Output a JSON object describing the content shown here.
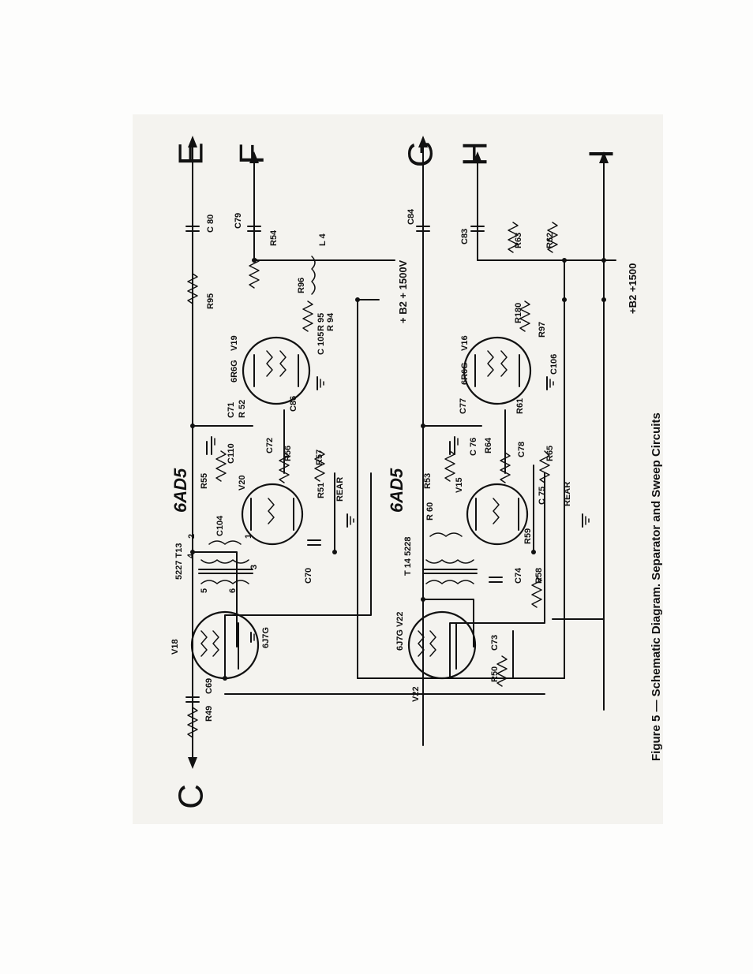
{
  "figure": {
    "caption": "Figure 5 — Schematic Diagram. Separator and Sweep Circuits"
  },
  "terminals": {
    "c": "C",
    "e": "E",
    "f": "F",
    "g": "G",
    "h": "H",
    "i": "I"
  },
  "supplies": {
    "b2_1500v": "+ B2 + 1500V",
    "b2_1500": "+B2 +1500"
  },
  "tubes": {
    "v18": "V18",
    "v18_type": "6J7G",
    "v22": "V22",
    "v22_type": "6J7G V22",
    "v20": "V20",
    "v20_type": "6AD5",
    "v15": "V15",
    "v15_type": "6AD5",
    "v19": "V19",
    "v19_type": "6R6G",
    "v16": "V16",
    "v16_type": "6R6G"
  },
  "transformers": {
    "t13": "5227 T13",
    "t14": "T 14 5228",
    "pin1": "1",
    "pin2": "2",
    "pin3": "3",
    "pin4": "4",
    "pin5": "5",
    "pin6": "6"
  },
  "resistors": {
    "r49": "R49",
    "r50": "R50",
    "r51": "R51",
    "r52": "R 52",
    "r53": "R53",
    "r54": "R54",
    "r55": "R55",
    "r56": "R56",
    "r57": "R57",
    "r58": "R58",
    "r59": "R59",
    "r60": "R 60",
    "r61": "R61",
    "r62": "R62",
    "r63": "R63",
    "r64": "R64",
    "r65": "R65",
    "r94": "R 94",
    "r95a": "R95",
    "r95b": "R 95",
    "r96": "R96",
    "r97": "R97",
    "r180": "R180"
  },
  "capacitors": {
    "c69": "C69",
    "c70": "C70",
    "c71": "C71",
    "c72": "C72",
    "c73": "C73",
    "c74": "C74",
    "c75": "C 75",
    "c76": "C 76",
    "c77": "C77",
    "c78": "C78",
    "c79": "C79",
    "c80": "C 80",
    "c83": "C83",
    "c84": "C84",
    "c86": "C86",
    "c104": "C104",
    "c105": "C 105",
    "c106": "C106",
    "c110": "C110"
  },
  "inductors": {
    "l4": "L 4"
  },
  "controls": {
    "rear_1": "REAR",
    "rear_2": "REAR"
  }
}
